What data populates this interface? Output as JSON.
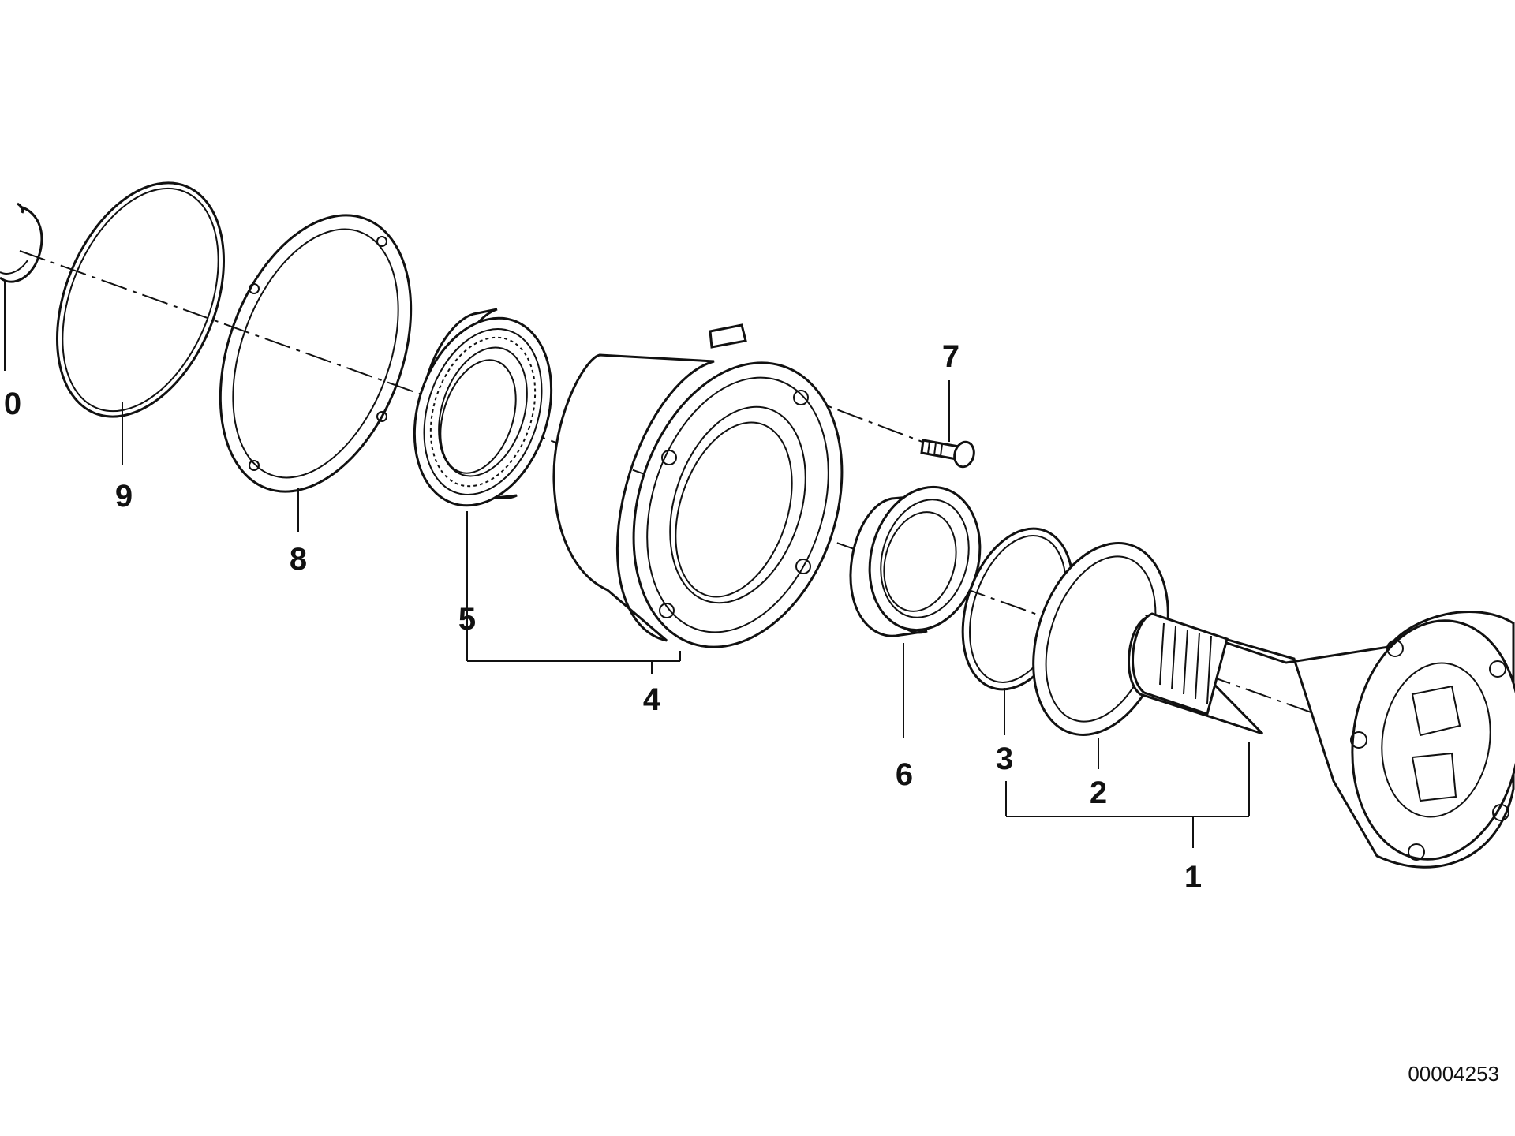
{
  "diagram": {
    "reference_number": "00004253",
    "callouts": {
      "c0": "0",
      "c1": "1",
      "c2": "2",
      "c3": "3",
      "c4": "4",
      "c5": "5",
      "c6": "6",
      "c7": "7",
      "c8": "8",
      "c9": "9"
    }
  }
}
